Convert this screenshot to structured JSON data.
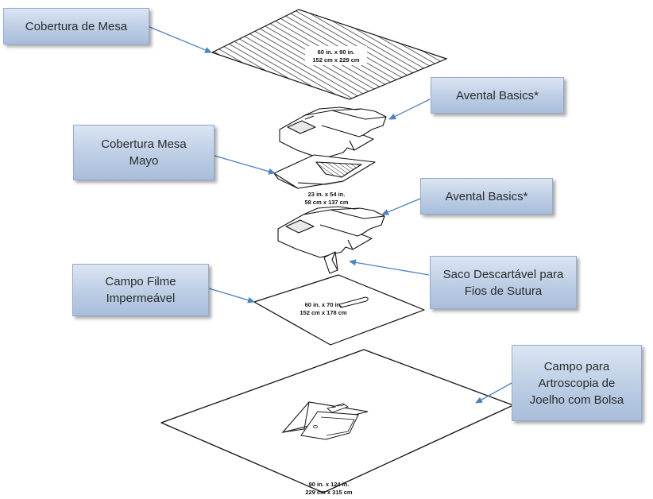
{
  "callouts": {
    "table_cover": "Cobertura de Mesa",
    "gown_1": "Avental Basics*",
    "mayo_cover": "Cobertura Mesa\nMayo",
    "gown_2": "Avental Basics*",
    "film_drape": "Campo Filme\nImpermeável",
    "suture_bag": "Saco Descartável para\nFios de Sutura",
    "knee_drape": "Campo para\nArtroscopia de\nJoelho com Bolsa"
  },
  "dimensions": {
    "table_cover": [
      "60 in. x 90 in.",
      "152 cm x 229 cm"
    ],
    "mayo_cover": [
      "23 in. x 54 in.",
      "58 cm x 137 cm"
    ],
    "film_drape": [
      "60 in. x 70 in.",
      "152 cm x 178 cm"
    ],
    "knee_drape": [
      "90 in. x 124 in.",
      "229 cm x 315 cm"
    ]
  },
  "colors": {
    "callout_fill": "#bccde4",
    "arrow": "#4f81bd",
    "line_art": "#111111"
  }
}
